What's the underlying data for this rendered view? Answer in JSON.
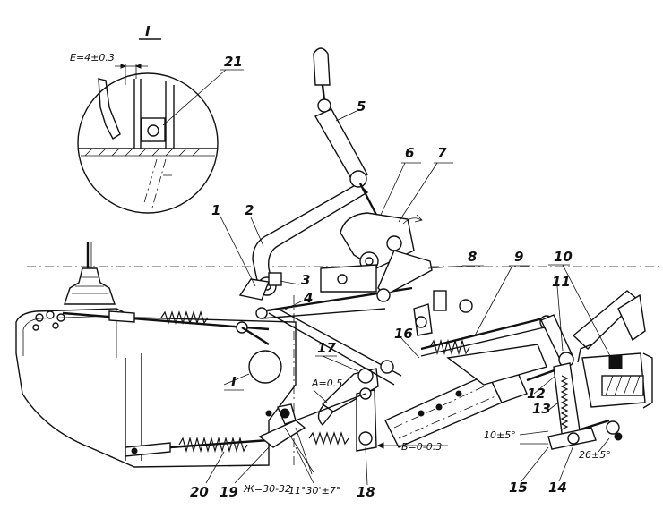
{
  "view_marks": {
    "detail_view": "I",
    "section_marker": "I"
  },
  "dimensions": {
    "gap_e": "E=4±0.3",
    "gap_a": "A=0.5",
    "gap_b": "Б=0-0.3",
    "gap_zh": "Ж=30-32",
    "angle_1": "11°30'±7°",
    "angle_2": "10±5°",
    "angle_3": "26±5°"
  },
  "callouts": [
    "1",
    "2",
    "3",
    "4",
    "5",
    "6",
    "7",
    "8",
    "9",
    "10",
    "11",
    "12",
    "13",
    "14",
    "15",
    "16",
    "17",
    "18",
    "19",
    "20",
    "21"
  ]
}
